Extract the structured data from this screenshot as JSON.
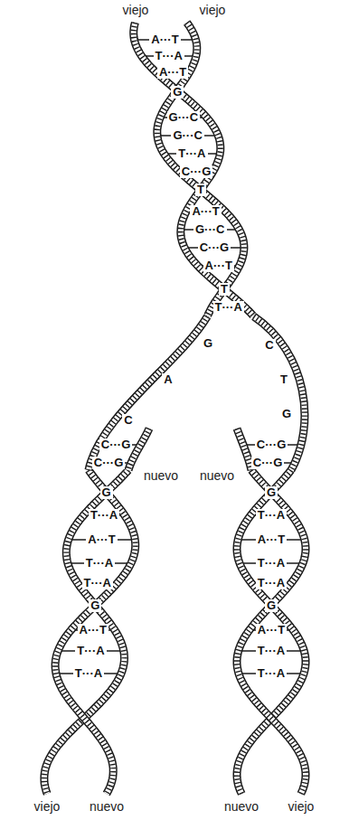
{
  "diagram": {
    "labels": [
      "viejo",
      "viejo",
      "A···T",
      "T···A",
      "A···T",
      "G",
      "G···C",
      "G···C",
      "T···A",
      "C···G",
      "T",
      "A···T",
      "G···C",
      "C···G",
      "A···T",
      "T",
      "T···A",
      "G",
      "C",
      "A",
      "T",
      "G",
      "C",
      "C···G",
      "C···G",
      "C···G",
      "nuevo",
      "nuevo",
      "C···G",
      "G",
      "G",
      "T···A",
      "T···A",
      "A···T",
      "A···T",
      "T···A",
      "T···A",
      "T···A",
      "T···A",
      "G",
      "G",
      "A···T",
      "A···T",
      "T···A",
      "T···A",
      "T···A",
      "T···A",
      "viejo",
      "nuevo",
      "nuevo",
      "viejo"
    ]
  }
}
